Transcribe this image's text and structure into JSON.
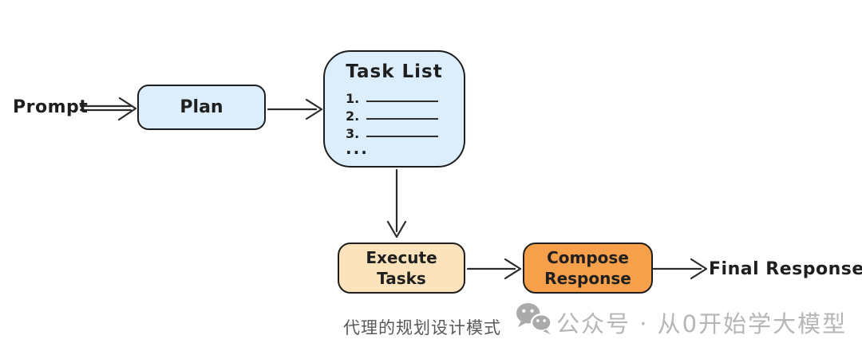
{
  "colors": {
    "box_blue": "#dceefb",
    "box_peach": "#fce3bb",
    "box_orange": "#f6a04b",
    "box_border": "#1e1e1e",
    "arrow": "#2b2b2b",
    "text_dark": "#1f1f1f",
    "caption_gray": "#595959",
    "watermark_gray": "#b6b6b6"
  },
  "diagram": {
    "prompt_label": "Prompt",
    "plan_label": "Plan",
    "task_list": {
      "title": "Task List",
      "item_numbers": [
        "1.",
        "2.",
        "3."
      ],
      "ellipsis": "..."
    },
    "execute": {
      "line1": "Execute",
      "line2": "Tasks"
    },
    "compose": {
      "line1": "Compose",
      "line2": "Response"
    },
    "final_label": "Final Response"
  },
  "footer": {
    "caption": "代理的规划设计模式",
    "watermark_text": "公众号 · 从0开始学大模型",
    "wechat_icon": "wechat-logo-icon"
  }
}
